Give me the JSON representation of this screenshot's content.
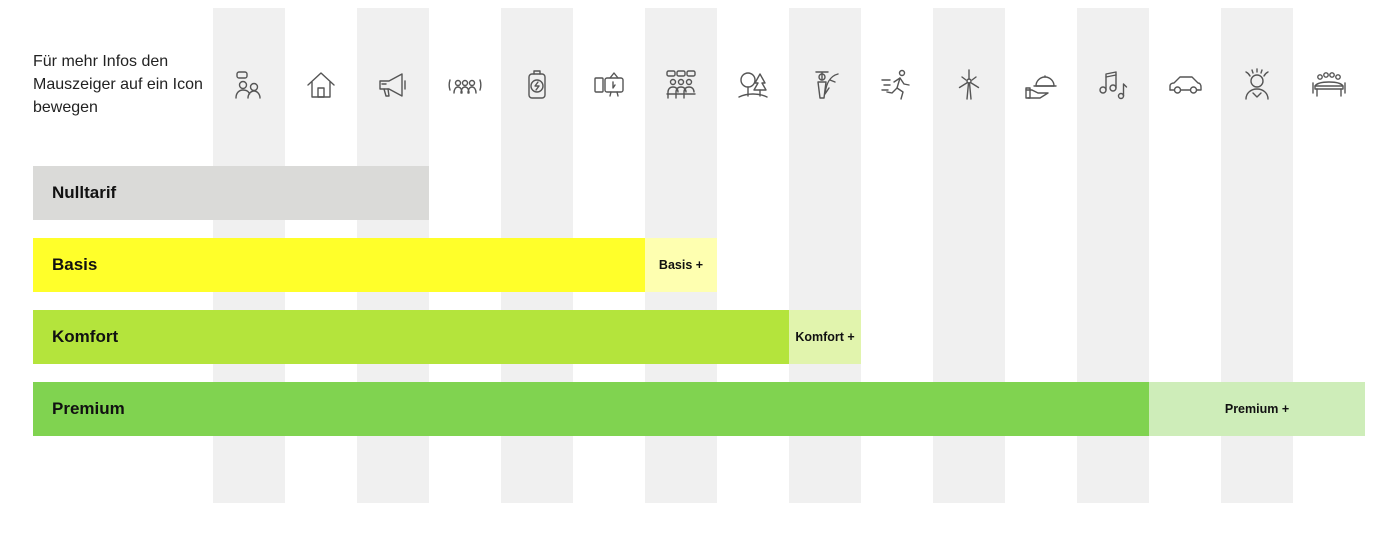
{
  "hint_text": "Für mehr Infos den Mauszeiger auf ein Icon bewegen",
  "icons": [
    "people-chat-icon",
    "home-icon",
    "megaphone-icon",
    "festival-crowd-icon",
    "battery-charge-icon",
    "devices-tv-icon",
    "meeting-group-icon",
    "trees-icon",
    "culture-writing-icon",
    "running-icon",
    "wind-turbine-icon",
    "catering-hand-icon",
    "music-notes-icon",
    "car-icon",
    "person-stress-icon",
    "conference-table-icon"
  ],
  "tariffs": [
    {
      "name": "Nulltarif",
      "color": "#dadad8"
    },
    {
      "name": "Basis",
      "color": "#ffff2a",
      "plus_label": "Basis +",
      "plus_color": "#feffb0"
    },
    {
      "name": "Komfort",
      "color": "#b4e43c",
      "plus_label": "Komfort +",
      "plus_color": "#e1f4ad"
    },
    {
      "name": "Premium",
      "color": "#80d350",
      "plus_label": "Premium +",
      "plus_color": "#ceedb9"
    }
  ]
}
